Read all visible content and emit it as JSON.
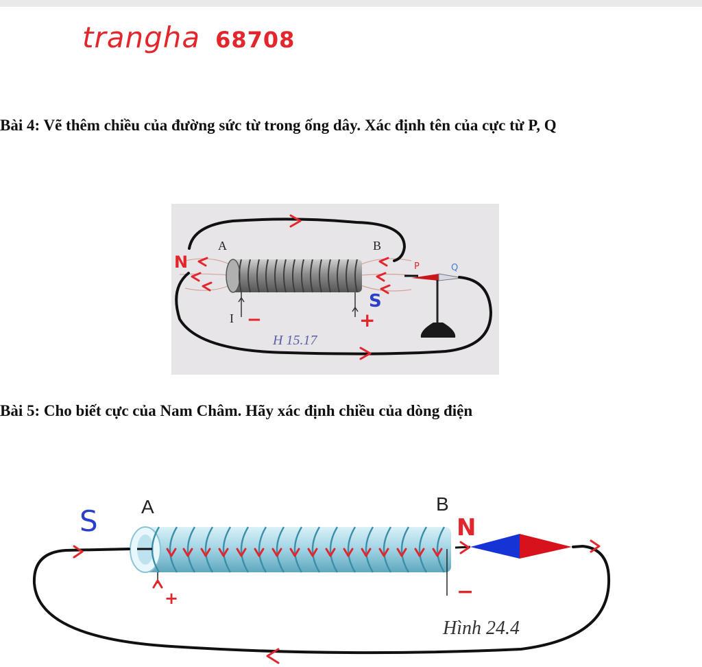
{
  "signature": {
    "name": "trangha",
    "number": "68708"
  },
  "exercises": [
    {
      "text": "Bài 4: Vẽ thêm chiều của đường sức từ trong ống dây. Xác định tên của cực từ P, Q"
    },
    {
      "text": "Bài 5: Cho biết cực của Nam Châm. Hãy xác định chiều của dòng điện"
    }
  ],
  "figure1": {
    "caption": "H 15.17",
    "label_a": "A",
    "label_b": "B",
    "label_p": "P",
    "label_q": "Q",
    "label_i": "I",
    "pole_left": "N",
    "pole_right": "S",
    "terminal_left": "−",
    "terminal_right": "+",
    "colors": {
      "panel": "#e7e5e8",
      "coil": "#7a7a7a",
      "pen_red": "#e3262c",
      "pen_blue": "#2b3fc7"
    }
  },
  "figure2": {
    "caption": "Hình 24.4",
    "label_a": "A",
    "label_b": "B",
    "pole_left": "S",
    "pole_right": "N",
    "terminal_left": "+",
    "terminal_right": "−",
    "colors": {
      "tube": "#9fd3e3",
      "coil": "#3b8ea8",
      "needle_blue": "#1633d6",
      "needle_red": "#d8121c"
    }
  }
}
